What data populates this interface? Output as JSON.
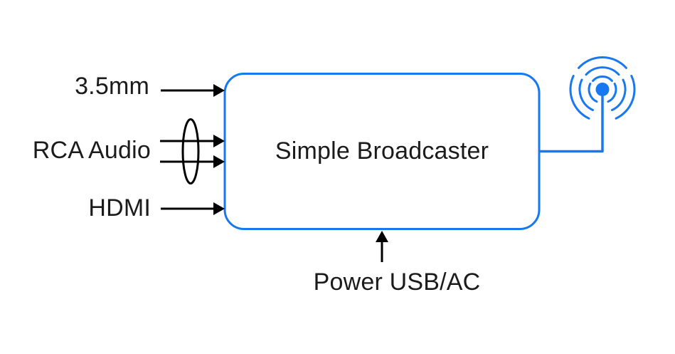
{
  "diagram": {
    "node": {
      "title": "Simple Broadcaster"
    },
    "inputs": [
      {
        "label": "3.5mm"
      },
      {
        "label": "RCA Audio"
      },
      {
        "label": "HDMI"
      }
    ],
    "power_label": "Power USB/AC",
    "output_icon": "wifi-broadcast-icon",
    "colors": {
      "accent_blue": "#1878F2",
      "line_black": "#000000",
      "text": "#1B1B1B",
      "background": "#FFFFFF"
    }
  }
}
